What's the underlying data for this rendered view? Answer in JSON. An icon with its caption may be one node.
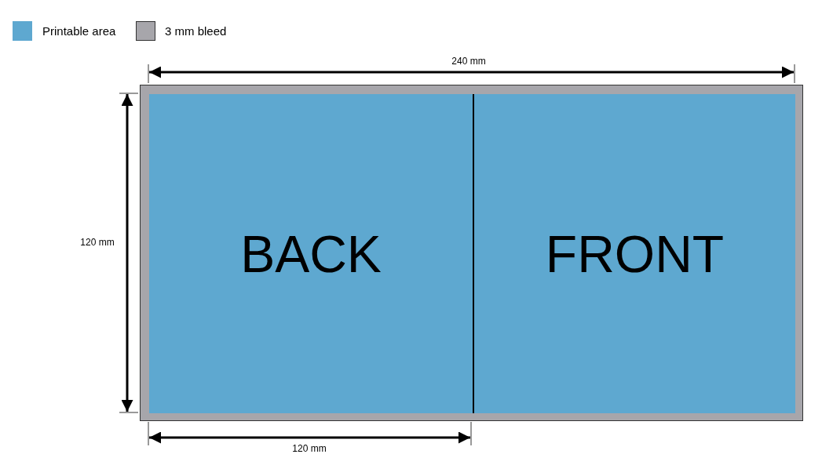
{
  "diagram": {
    "nodes": [
      {
        "text": [],
        "shape": "box"
      },
      {
        "text": [
          "BACK"
        ],
        "in": 0
      },
      {
        "text": [
          "FRONT"
        ],
        "in": 0
      }
    ],
    "labels": [
      "240 mm",
      "120 mm",
      "120 mm"
    ],
    "legend": [
      {
        "text": "Printable area",
        "color": "#5ea8d0"
      },
      {
        "text": "3 mm bleed",
        "color": "#a7a6ab"
      }
    ]
  }
}
